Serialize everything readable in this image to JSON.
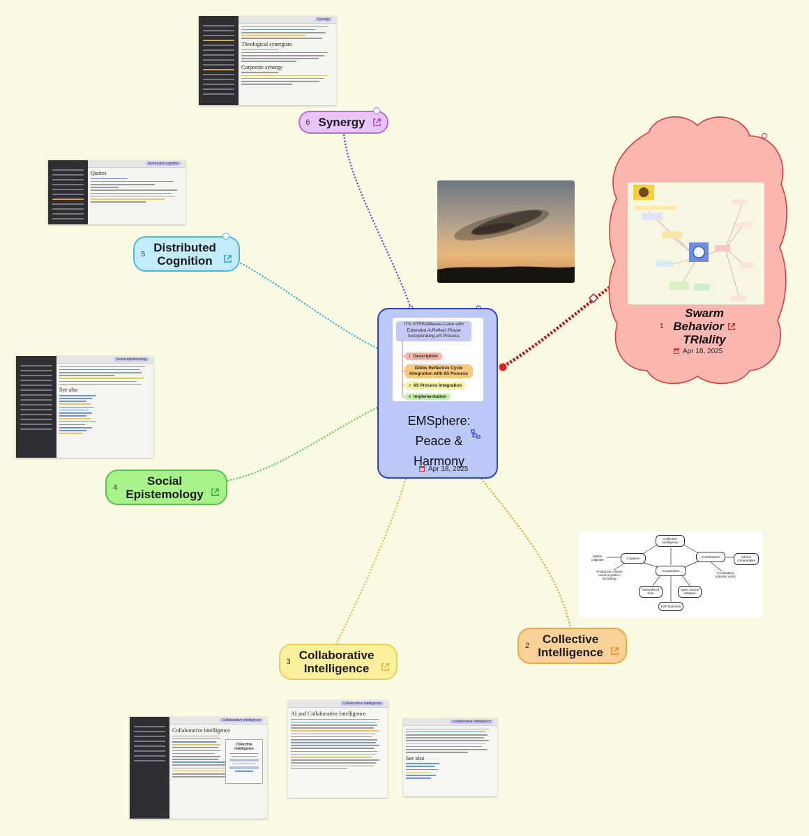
{
  "central": {
    "title_line1": "EMSphere:",
    "title_line2": "Peace &",
    "title_line3": "Harmony",
    "date": "Apr 18, 2025",
    "preview": {
      "root": "ITS-STREAMware-Cube with Extended A₂Reflect Phase Incorporating eS Process",
      "branches": [
        {
          "num": "1",
          "label": "Description"
        },
        {
          "num": "2",
          "label": "Gibbs Reflective Cycle Integration with 6S Process"
        },
        {
          "num": "3",
          "label": "6S Process Integration"
        },
        {
          "num": "4",
          "label": "Implementation"
        }
      ]
    }
  },
  "topics": [
    {
      "num": "1",
      "line1": "Swarm",
      "line2": "Behavior",
      "line3": "TRIality",
      "date": "Apr 18, 2025"
    },
    {
      "num": "2",
      "line1": "Collective",
      "line2": "Intelligence"
    },
    {
      "num": "3",
      "line1": "Collaborative",
      "line2": "Intelligence"
    },
    {
      "num": "4",
      "line1": "Social",
      "line2": "Epistemology"
    },
    {
      "num": "5",
      "line1": "Distributed",
      "line2": "Cognition"
    },
    {
      "num": "6",
      "line1": "Synergy"
    }
  ],
  "screenshots": {
    "synergy": {
      "tab": "Synergy",
      "h1": "Theological synergism",
      "h2": "Corporate synergy"
    },
    "distributed": {
      "tab": "Distributed cognition",
      "heading": "Quotes"
    },
    "social": {
      "tab": "Social epistemology",
      "heading": "See also"
    },
    "collab1": {
      "tab": "Collaborative intelligence",
      "heading": "Collaborative intelligence",
      "infobox": "Collective intelligence"
    },
    "collab2": {
      "tab": "Collaborative intelligence",
      "heading": "AI and Collaborative Intelligence"
    },
    "collab3": {
      "tab": "Collaborative intelligence",
      "heading": "See also"
    }
  },
  "concept_map": {
    "nodes": [
      "Collective intelligence",
      "Cognition",
      "Coordination",
      "Cooperation",
      "Market judgment",
      "Predictions of future events in politics / technology",
      "Networks of trust",
      "Open source software",
      "P2P business",
      "Ad-hoc communities",
      "Coordinating collective action"
    ]
  },
  "colors": {
    "central_fill": "#bcc9f9",
    "central_border": "#2c3fd6",
    "swarm_link": "#c0181d",
    "synergy": "#b86ae0",
    "distributed": "#4bb6e6",
    "social": "#5cd24e",
    "collaborative": "#e8cf58",
    "collective": "#f0a93a"
  },
  "icons": [
    "external-link-icon",
    "calendar-icon",
    "mindmap-icon"
  ]
}
